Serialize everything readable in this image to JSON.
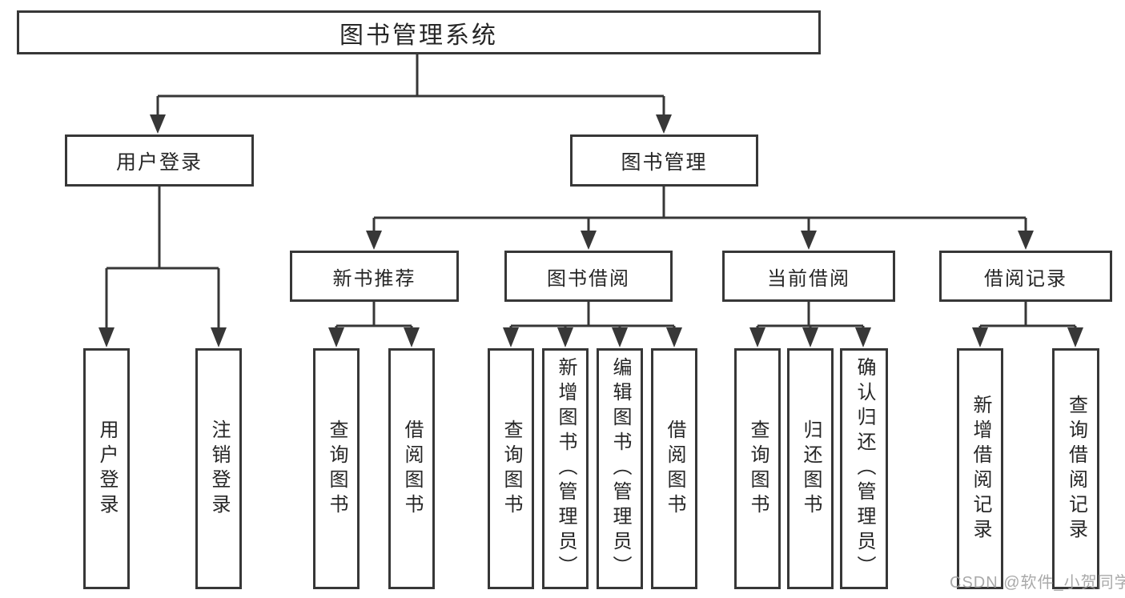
{
  "diagram": {
    "title": "图书管理系统",
    "level2": [
      {
        "label": "用户登录"
      },
      {
        "label": "图书管理"
      }
    ],
    "level3": [
      {
        "label": "新书推荐"
      },
      {
        "label": "图书借阅"
      },
      {
        "label": "当前借阅"
      },
      {
        "label": "借阅记录"
      }
    ],
    "leaves": {
      "user_login": [
        "用户登录",
        "注销登录"
      ],
      "new_book_recommend": [
        "查询图书",
        "借阅图书"
      ],
      "book_borrow": [
        "查询图书",
        "新增图书（管理员）",
        "编辑图书（管理员）",
        "借阅图书"
      ],
      "current_borrow": [
        "查询图书",
        "归还图书",
        "确认归还（管理员）"
      ],
      "borrow_records": [
        "新增借阅记录",
        "查询借阅记录"
      ]
    },
    "watermark": "CSDN @软件_小贺同学",
    "colors": {
      "line": "#373737",
      "text": "#262626",
      "watermark": "#9e9e9e",
      "background": "#ffffff"
    }
  }
}
